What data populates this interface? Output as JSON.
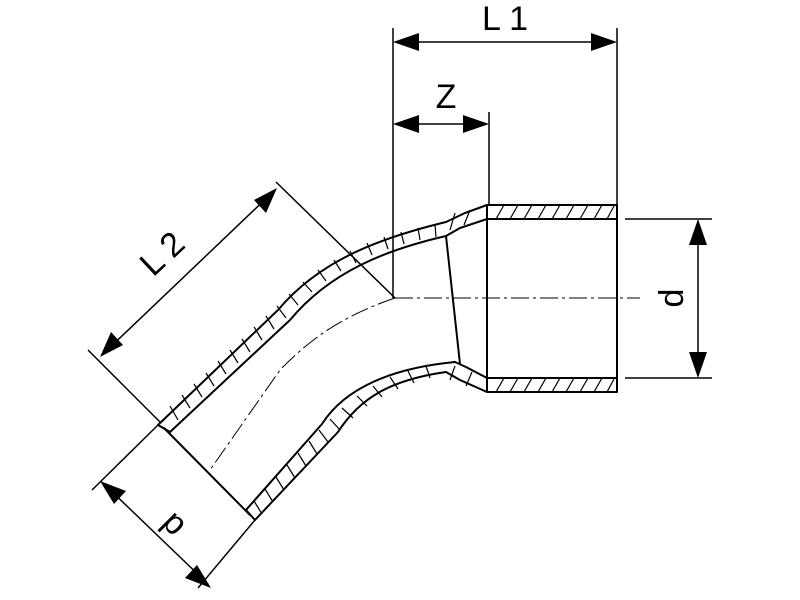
{
  "dimensions": {
    "L1": "L 1",
    "Z": "Z",
    "L2": "L 2",
    "d_right": "d",
    "d_left": "d"
  }
}
